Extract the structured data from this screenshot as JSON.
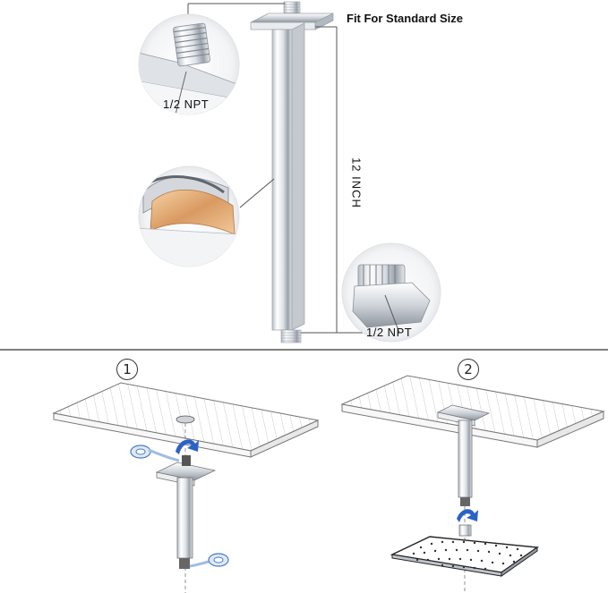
{
  "labels": {
    "fit": "Fit For Standard Size",
    "thread_top": "1/2 NPT",
    "thread_bottom": "1/2 NPT",
    "length": "12 INCH"
  },
  "steps": [
    "1",
    "2"
  ],
  "colors": {
    "chrome_light": "#f4f6f8",
    "chrome_mid": "#c9ced4",
    "chrome_dark": "#8a9098",
    "arrow_blue": "#2a62c9",
    "divider": "#333333"
  }
}
